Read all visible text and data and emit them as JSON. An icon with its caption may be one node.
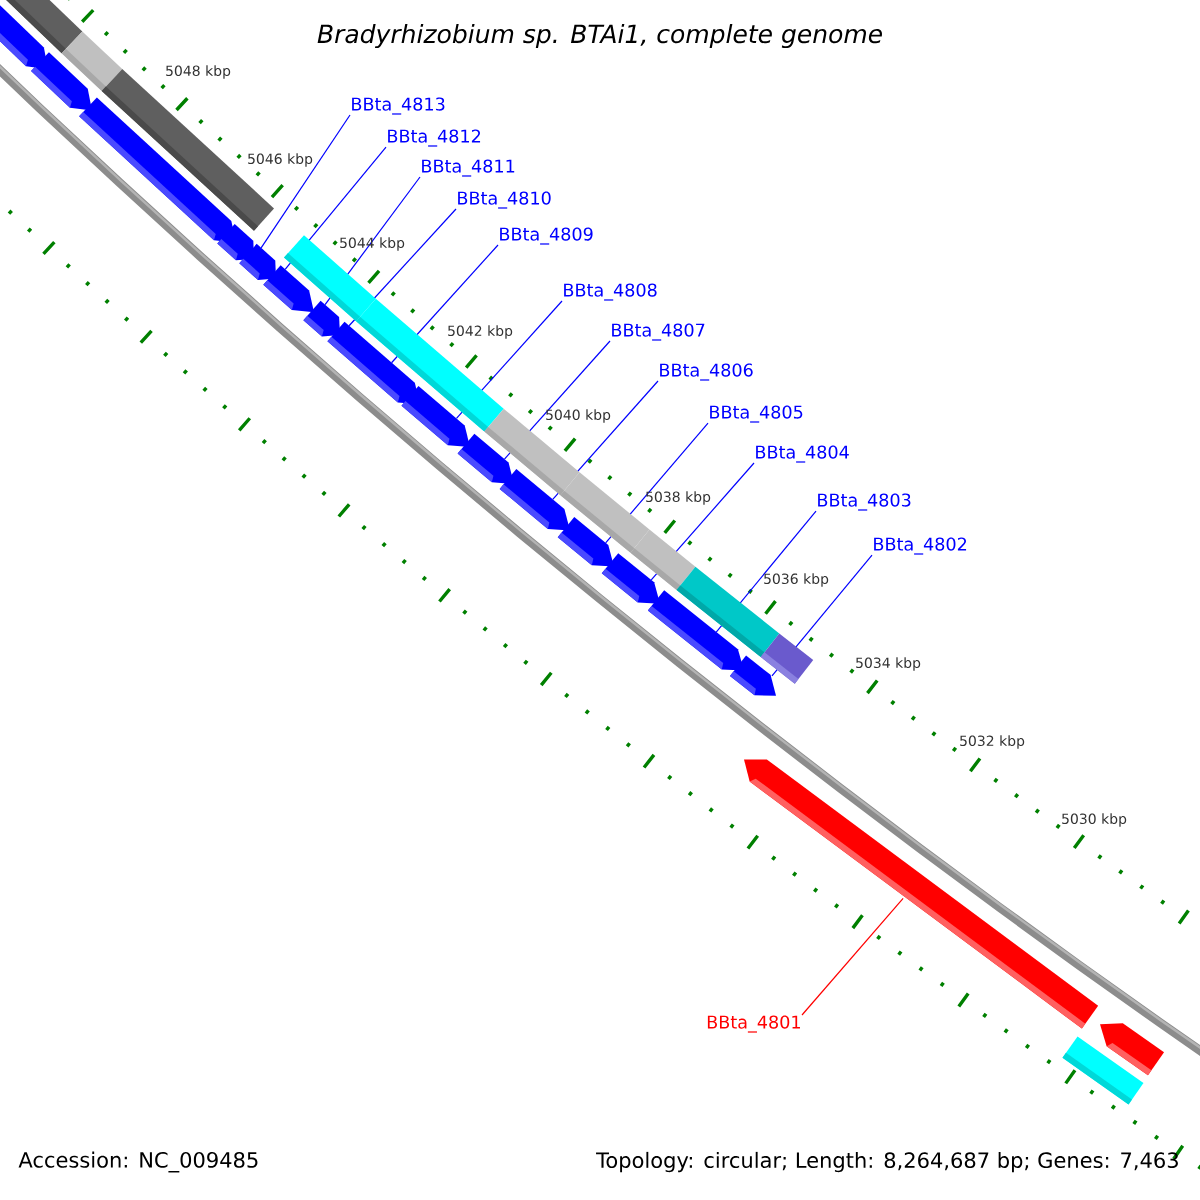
{
  "diagram": {
    "title": "Bradyrhizobium sp. BTAi1, complete genome",
    "nodes": [
      {
        "text": [
          "BBta_4813"
        ]
      },
      {
        "text": [
          "BBta_4812"
        ]
      },
      {
        "text": [
          "BBta_4811"
        ]
      },
      {
        "text": [
          "BBta_4810"
        ]
      },
      {
        "text": [
          "BBta_4809"
        ]
      },
      {
        "text": [
          "BBta_4808"
        ]
      },
      {
        "text": [
          "BBta_4807"
        ]
      },
      {
        "text": [
          "BBta_4806"
        ]
      },
      {
        "text": [
          "BBta_4805"
        ]
      },
      {
        "text": [
          "BBta_4804"
        ]
      },
      {
        "text": [
          "BBta_4803"
        ]
      },
      {
        "text": [
          "BBta_4802"
        ]
      },
      {
        "text": [
          "BBta_4801"
        ]
      },
      {
        "text": [],
        "shape": "pentagon"
      },
      {
        "text": [],
        "shape": "pentagon"
      },
      {
        "text": [],
        "shape": "pentagon"
      },
      {
        "text": [],
        "shape": "pentagon"
      },
      {
        "text": [],
        "shape": "pentagon"
      },
      {
        "text": [],
        "shape": "pentagon"
      },
      {
        "text": [],
        "shape": "pentagon"
      },
      {
        "text": [],
        "shape": "pentagon"
      },
      {
        "text": [],
        "shape": "pentagon"
      },
      {
        "text": [],
        "shape": "pentagon"
      },
      {
        "text": [],
        "shape": "pentagon"
      },
      {
        "text": [],
        "shape": "pentagon"
      },
      {
        "text": [],
        "shape": "pentagon"
      },
      {
        "text": [],
        "shape": "pentagon"
      },
      {
        "text": [],
        "shape": "pentagon"
      },
      {
        "text": [],
        "shape": "pentagon"
      },
      {
        "text": [],
        "shape": "pentagon"
      }
    ],
    "edges": [
      {
        "from": 0,
        "to": 17,
        "arrow": "none"
      },
      {
        "from": 1,
        "to": 18,
        "arrow": "none"
      },
      {
        "from": 2,
        "to": 19,
        "arrow": "none"
      },
      {
        "from": 3,
        "to": 20,
        "arrow": "none"
      },
      {
        "from": 4,
        "to": 20,
        "arrow": "none"
      },
      {
        "from": 5,
        "to": 21,
        "arrow": "none"
      },
      {
        "from": 6,
        "to": 22,
        "arrow": "none"
      },
      {
        "from": 7,
        "to": 23,
        "arrow": "none"
      },
      {
        "from": 8,
        "to": 24,
        "arrow": "none"
      },
      {
        "from": 9,
        "to": 25,
        "arrow": "none"
      },
      {
        "from": 10,
        "to": 26,
        "arrow": "none"
      },
      {
        "from": 11,
        "to": 27,
        "arrow": "none"
      },
      {
        "from": 12,
        "to": 28,
        "arrow": "none",
        "color": "#ff0000"
      }
    ],
    "labels": [
      "5048 kbp",
      "5046 kbp",
      "5044 kbp",
      "5042 kbp",
      "5040 kbp",
      "5038 kbp",
      "5036 kbp",
      "5034 kbp",
      "5032 kbp",
      "5030 kbp",
      "Accession: NC_009485",
      "Topology: circular; Length: 8,264,687 bp; Genes: 7,463"
    ]
  }
}
